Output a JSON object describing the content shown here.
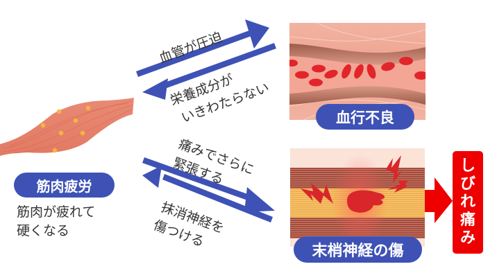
{
  "muscle": {
    "label": "筋肉疲労",
    "caption_line1": "筋肉が疲れて",
    "caption_line2": "硬くなる"
  },
  "top_flow": {
    "forward_label": "血管が圧迫",
    "backward_label_line1": "栄養成分が",
    "backward_label_line2": "いきわたらない",
    "result_label": "血行不良"
  },
  "bottom_flow": {
    "forward_label_line1": "痛みでさらに",
    "forward_label_line2": "緊張する",
    "backward_label_line1": "抹消神経を",
    "backward_label_line2": "傷つける",
    "result_label": "末梢神経の傷"
  },
  "outcome": {
    "chars": [
      "し",
      "び",
      "れ",
      "痛",
      "み"
    ]
  },
  "colors": {
    "arrow_blue": "#3e52b5",
    "pill_blue": "#3e52b5",
    "outcome_red": "#ee0000",
    "muscle": "#e8826c",
    "muscle_dots": "#f5b640"
  }
}
